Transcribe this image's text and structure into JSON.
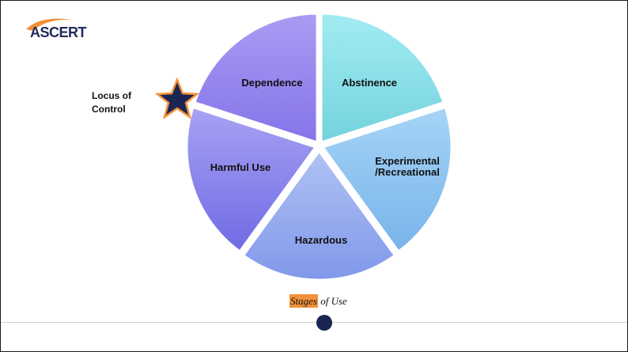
{
  "logo": {
    "text": "ASCERT"
  },
  "annotation": {
    "line1": "Locus of",
    "line2": "Control"
  },
  "segments": [
    {
      "label": "Dependence",
      "color": "#9a8bef"
    },
    {
      "label": "Abstinence",
      "color": "#8fe2ea"
    },
    {
      "label": "Experimental",
      "label2": "/Recreational",
      "color": "#92c6f1"
    },
    {
      "label": "Hazardous",
      "color": "#9dafef"
    },
    {
      "label": "Harmful Use",
      "color": "#8c87ee"
    }
  ],
  "caption": {
    "highlight": "Stages",
    "rest": " of Use"
  },
  "colors": {
    "star_fill": "#1b2551",
    "star_stroke": "#f2913b",
    "dot": "#1b2551",
    "highlight": "#f2913b"
  }
}
